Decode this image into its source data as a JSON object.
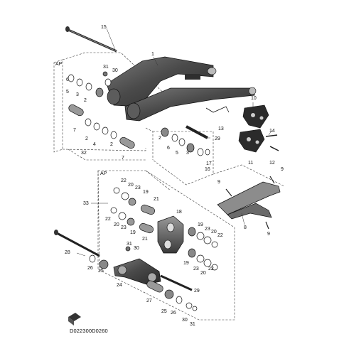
{
  "diagram_code": "D022300D0260",
  "group_markers": [
    "AP",
    "AP"
  ],
  "callouts": [
    {
      "id": "c15a",
      "text": "15"
    },
    {
      "id": "c1",
      "text": "1"
    },
    {
      "id": "c31a",
      "text": "31"
    },
    {
      "id": "c30a",
      "text": "30"
    },
    {
      "id": "c6a",
      "text": "6"
    },
    {
      "id": "c5a",
      "text": "5"
    },
    {
      "id": "c3a",
      "text": "3"
    },
    {
      "id": "c2a",
      "text": "2"
    },
    {
      "id": "c10",
      "text": "10"
    },
    {
      "id": "c13",
      "text": "13"
    },
    {
      "id": "c14",
      "text": "14"
    },
    {
      "id": "c11",
      "text": "11"
    },
    {
      "id": "c12",
      "text": "12"
    },
    {
      "id": "c29a",
      "text": "29"
    },
    {
      "id": "c7a",
      "text": "7"
    },
    {
      "id": "c2b",
      "text": "2"
    },
    {
      "id": "c4a",
      "text": "4"
    },
    {
      "id": "c2c",
      "text": "2"
    },
    {
      "id": "c32",
      "text": "32"
    },
    {
      "id": "c7b",
      "text": "7"
    },
    {
      "id": "c2d",
      "text": "2"
    },
    {
      "id": "c6b",
      "text": "6"
    },
    {
      "id": "c5b",
      "text": "5"
    },
    {
      "id": "c3b",
      "text": "3"
    },
    {
      "id": "c17",
      "text": "17"
    },
    {
      "id": "c16",
      "text": "16"
    },
    {
      "id": "c9a",
      "text": "9"
    },
    {
      "id": "c9b",
      "text": "9"
    },
    {
      "id": "c9c",
      "text": "9"
    },
    {
      "id": "c8",
      "text": "8"
    },
    {
      "id": "c33",
      "text": "33"
    },
    {
      "id": "c22a",
      "text": "22"
    },
    {
      "id": "c20a",
      "text": "20"
    },
    {
      "id": "c23a",
      "text": "23"
    },
    {
      "id": "c19a",
      "text": "19"
    },
    {
      "id": "c21a",
      "text": "21"
    },
    {
      "id": "c22b",
      "text": "22"
    },
    {
      "id": "c23b",
      "text": "23"
    },
    {
      "id": "c20b",
      "text": "20"
    },
    {
      "id": "c19b",
      "text": "19"
    },
    {
      "id": "c21b",
      "text": "21"
    },
    {
      "id": "c18",
      "text": "18"
    },
    {
      "id": "c19c",
      "text": "19"
    },
    {
      "id": "c23c",
      "text": "23"
    },
    {
      "id": "c20c",
      "text": "20"
    },
    {
      "id": "c22c",
      "text": "22"
    },
    {
      "id": "c28",
      "text": "28"
    },
    {
      "id": "c31b",
      "text": "31"
    },
    {
      "id": "c30b",
      "text": "30"
    },
    {
      "id": "c26a",
      "text": "26"
    },
    {
      "id": "c25a",
      "text": "25"
    },
    {
      "id": "c19d",
      "text": "19"
    },
    {
      "id": "c23d",
      "text": "23"
    },
    {
      "id": "c20d",
      "text": "20"
    },
    {
      "id": "c22d",
      "text": "22"
    },
    {
      "id": "c24",
      "text": "24"
    },
    {
      "id": "c29b",
      "text": "29"
    },
    {
      "id": "c27",
      "text": "27"
    },
    {
      "id": "c25b",
      "text": "25"
    },
    {
      "id": "c26b",
      "text": "26"
    },
    {
      "id": "c30c",
      "text": "30"
    },
    {
      "id": "c31c",
      "text": "31"
    }
  ]
}
